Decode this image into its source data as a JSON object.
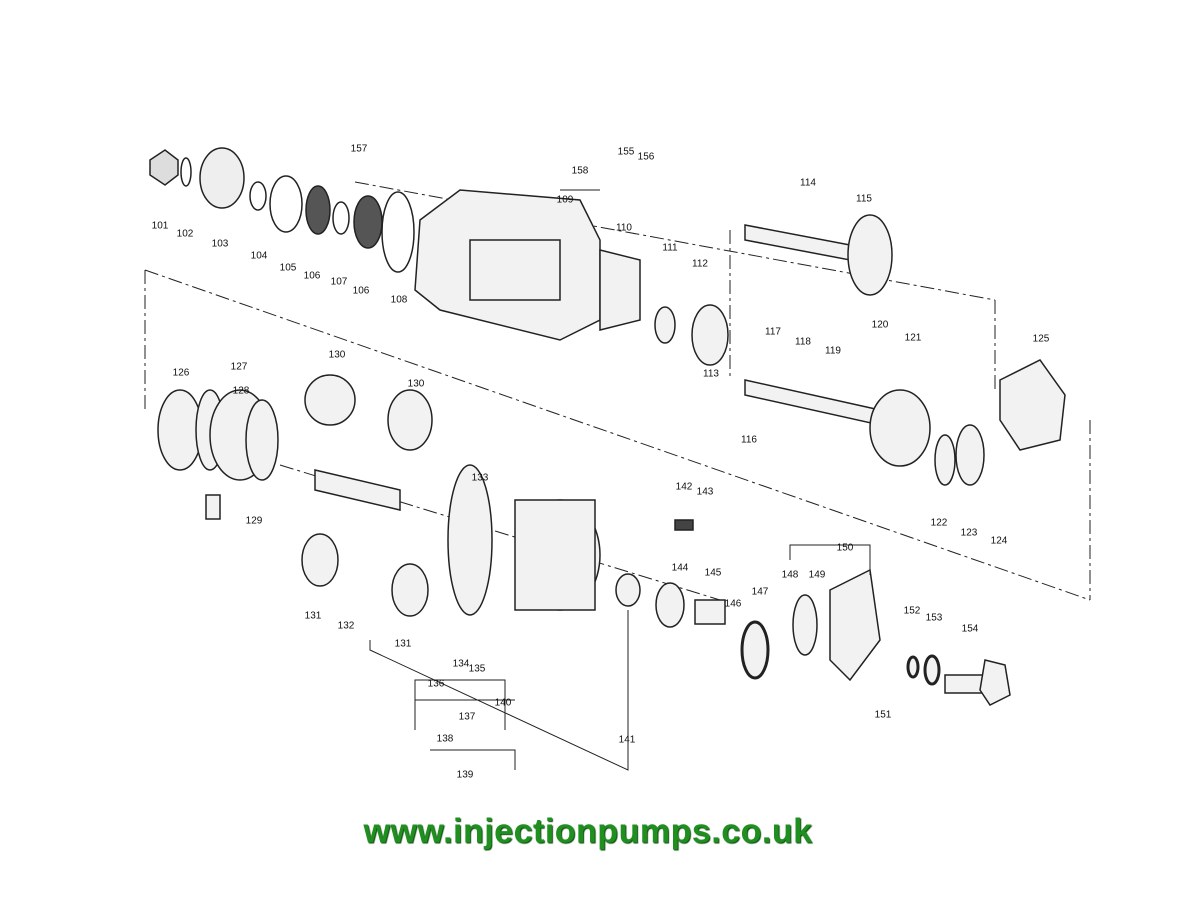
{
  "diagram": {
    "labels": [
      "101",
      "102",
      "103",
      "104",
      "105",
      "106",
      "107",
      "106",
      "108",
      "109",
      "110",
      "111",
      "112",
      "113",
      "114",
      "115",
      "116",
      "117",
      "118",
      "119",
      "120",
      "121",
      "122",
      "123",
      "124",
      "125",
      "126",
      "127",
      "128",
      "129",
      "130",
      "130",
      "131",
      "132",
      "131",
      "133",
      "134",
      "135",
      "136",
      "137",
      "138",
      "139",
      "140",
      "141",
      "142",
      "143",
      "144",
      "145",
      "146",
      "147",
      "148",
      "149",
      "150",
      "151",
      "152",
      "153",
      "154",
      "155",
      "156",
      "157",
      "158"
    ]
  },
  "footer": {
    "url": "www.injectionpumps.co.uk"
  }
}
